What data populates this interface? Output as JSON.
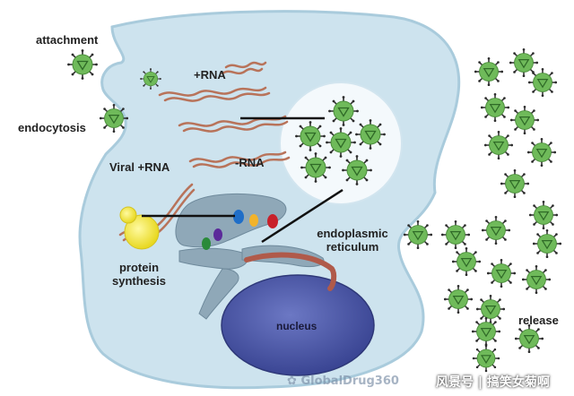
{
  "labels": {
    "attachment": "attachment",
    "endocytosis": "endocytosis",
    "plus_rna": "+RNA",
    "minus_rna": "-RNA",
    "viral_plus_rna": "Viral +RNA",
    "protein_synthesis_line1": "protein",
    "protein_synthesis_line2": "synthesis",
    "er_line1": "endoplasmic",
    "er_line2": "reticulum",
    "nucleus": "nucleus",
    "release": "release"
  },
  "watermark": {
    "brand": "GlobalDrug360",
    "chinese": "风景号 | 搞笑女菊啊"
  },
  "icons": {
    "virus": "virus-particle-icon",
    "ribosome": "ribosome-icon"
  },
  "colors": {
    "cytoplasm": "#cde3ee",
    "cell_outline": "#a9cbdc",
    "vesicle": "#f4f9fc",
    "virus_fill": "#6fba5a",
    "virus_spike": "#333333",
    "rna_strand": "#b8735a",
    "ribosome": "#f2e83a",
    "er": "#8fa8b8",
    "nucleus": "#4a56a6",
    "connector": "#111111"
  }
}
